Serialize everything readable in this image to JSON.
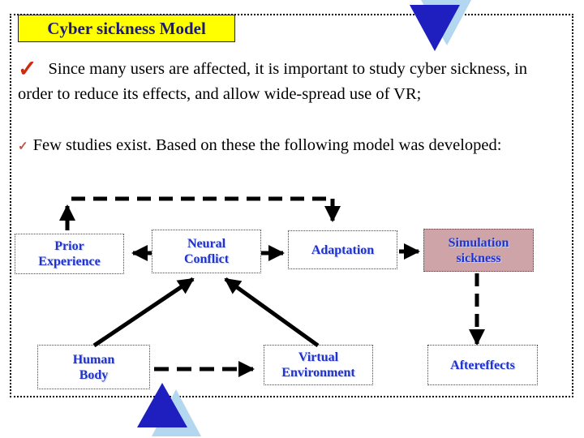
{
  "slide": {
    "title": "Cyber sickness Model",
    "bullets": [
      {
        "check": "✓",
        "text": "Since many users are affected, it is important to study cyber sickness, in order to reduce its effects, and allow wide-spread use of VR;"
      },
      {
        "check": "✓",
        "text": "Few studies exist. Based on these the following model was developed:"
      }
    ]
  },
  "diagram": {
    "boxes": [
      {
        "id": "prior-experience",
        "label": "Prior\nExperience"
      },
      {
        "id": "neural-conflict",
        "label": "Neural\nConflict"
      },
      {
        "id": "adaptation",
        "label": "Adaptation"
      },
      {
        "id": "simulation-sickness",
        "label": "Simulation\nsickness",
        "highlighted": true
      },
      {
        "id": "human-body",
        "label": "Human\nBody"
      },
      {
        "id": "virtual-environment",
        "label": "Virtual\nEnvironment"
      },
      {
        "id": "aftereffects",
        "label": "Aftereffects"
      }
    ],
    "connections": [
      {
        "from": "neural-conflict",
        "to": "prior-experience",
        "style": "solid"
      },
      {
        "from": "neural-conflict",
        "to": "adaptation",
        "style": "solid"
      },
      {
        "from": "adaptation",
        "to": "simulation-sickness",
        "style": "solid"
      },
      {
        "from": "human-body",
        "to": "neural-conflict",
        "style": "solid"
      },
      {
        "from": "virtual-environment",
        "to": "neural-conflict",
        "style": "solid"
      },
      {
        "from": "human-body",
        "to": "virtual-environment",
        "style": "dashed"
      },
      {
        "from": "simulation-sickness",
        "to": "aftereffects",
        "style": "dashed"
      },
      {
        "from": "prior-experience",
        "to": "adaptation",
        "style": "dashed-feedback"
      }
    ]
  },
  "colors": {
    "title_bg": "#ffff00",
    "title_text": "#1a1a78",
    "box_text": "#2233cc",
    "highlight_box_bg": "#cfa4a8",
    "check_primary": "#cc2b10",
    "check_secondary": "#c05544",
    "arrow_color": "#000000",
    "triangle_dark": "#1f1fc0",
    "triangle_light": "#b4d7f0"
  }
}
